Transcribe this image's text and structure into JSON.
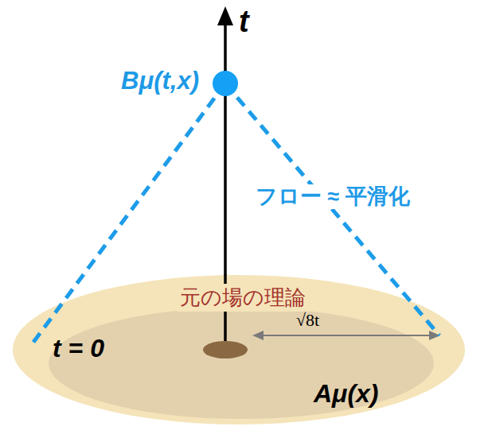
{
  "diagram": {
    "nodes": [
      {
        "text": [
          "元の場の理論"
        ]
      }
    ],
    "labels": [
      "t",
      "Bμ(t,x)",
      "フロー ≈ 平滑化",
      "t = 0",
      "√8t",
      "Aμ(x)"
    ]
  }
}
